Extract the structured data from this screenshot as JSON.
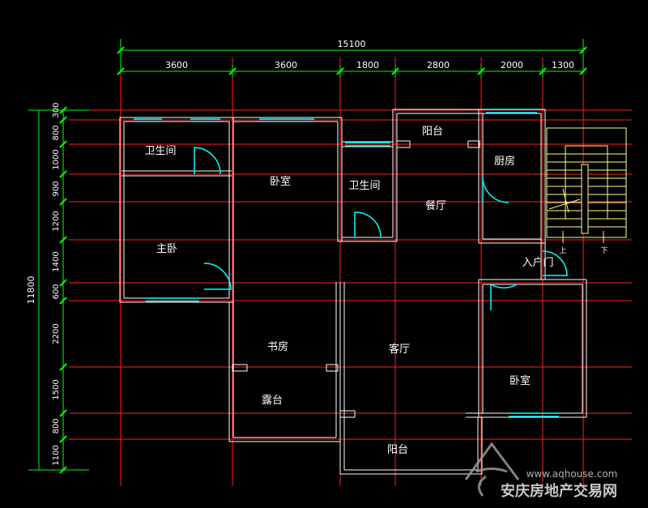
{
  "dimensions": {
    "top_total": "15100",
    "top_segments": [
      "3600",
      "3600",
      "1800",
      "2800",
      "2000",
      "1300"
    ],
    "left_total": "11800",
    "left_segments": [
      "300",
      "800",
      "1000",
      "900",
      "1200",
      "1400",
      "600",
      "2200",
      "1500",
      "800",
      "1100"
    ]
  },
  "rooms": {
    "bath_left": "卫生间",
    "bedroom_top": "卧室",
    "bath_mid": "卫生间",
    "balcony_top": "阳台",
    "dining": "餐厅",
    "kitchen": "厨房",
    "master": "主卧",
    "entry": "入户门",
    "study": "书房",
    "living": "客厅",
    "bedroom_right": "卧室",
    "terrace": "露台",
    "balcony_bottom": "阳台"
  },
  "stair": {
    "up": "上",
    "down": "下"
  },
  "watermark": {
    "url": "www.aqhouse.com",
    "name": "安庆房地产交易网"
  },
  "colors": {
    "background": "#000000",
    "grid": "#ff2020",
    "dimension": "#00ff00",
    "wall": "#ffffff",
    "window": "#00ffff",
    "door": "#00ffff",
    "stair": "#ffff80",
    "text": "#ffffff"
  }
}
